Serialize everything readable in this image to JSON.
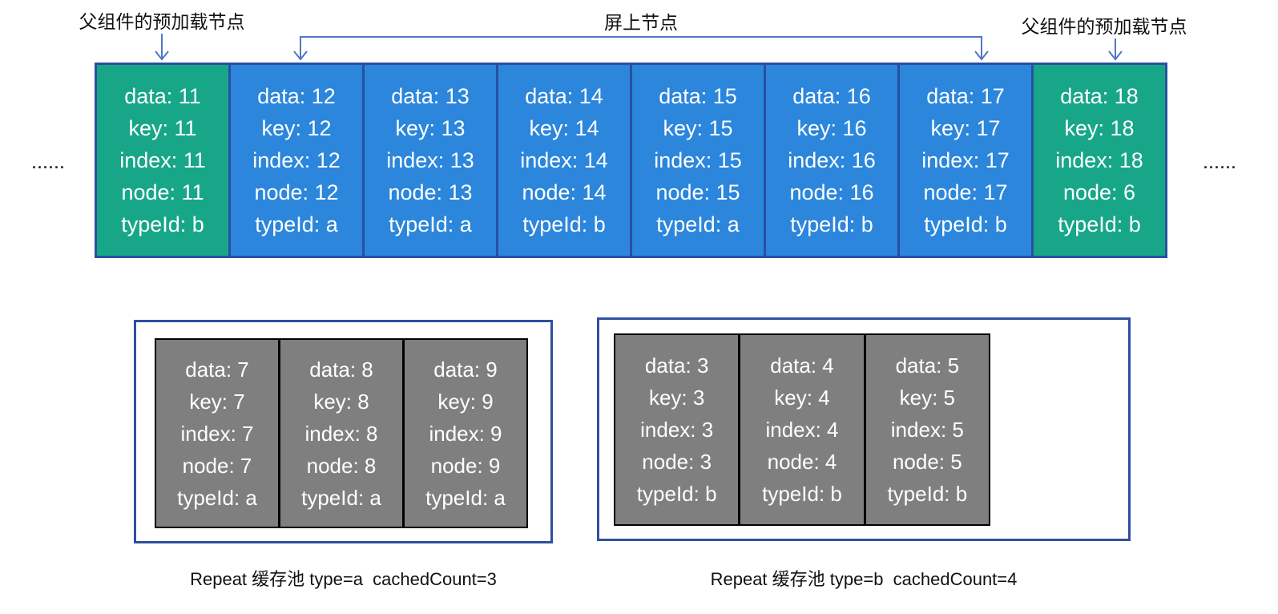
{
  "labels": {
    "preload_left": "父组件的预加载节点",
    "onscreen": "屏上节点",
    "preload_right": "父组件的预加载节点",
    "ellipsis_left": "......",
    "ellipsis_right": "......"
  },
  "colors": {
    "green": "#18A689",
    "blue": "#2B86DC",
    "navy": "#2A4FA2",
    "pool_border": "#2F4FA0",
    "gray": "#7F7F7F",
    "arrow": "#5077C5",
    "text_on_card": "#FFFFFF",
    "text_label": "#111111",
    "background": "#FFFFFF"
  },
  "fields": [
    "data",
    "key",
    "index",
    "node",
    "typeId"
  ],
  "top_row": {
    "nodes": [
      {
        "variant": "green",
        "data": "11",
        "key": "11",
        "index": "11",
        "node": "11",
        "typeId": "b"
      },
      {
        "variant": "blue",
        "data": "12",
        "key": "12",
        "index": "12",
        "node": "12",
        "typeId": "a"
      },
      {
        "variant": "blue",
        "data": "13",
        "key": "13",
        "index": "13",
        "node": "13",
        "typeId": "a"
      },
      {
        "variant": "blue",
        "data": "14",
        "key": "14",
        "index": "14",
        "node": "14",
        "typeId": "b"
      },
      {
        "variant": "blue",
        "data": "15",
        "key": "15",
        "index": "15",
        "node": "15",
        "typeId": "a"
      },
      {
        "variant": "blue",
        "data": "16",
        "key": "16",
        "index": "16",
        "node": "16",
        "typeId": "b"
      },
      {
        "variant": "blue",
        "data": "17",
        "key": "17",
        "index": "17",
        "node": "17",
        "typeId": "b"
      },
      {
        "variant": "green",
        "data": "18",
        "key": "18",
        "index": "18",
        "node": "6",
        "typeId": "b"
      }
    ]
  },
  "pools": [
    {
      "caption": "Repeat 缓存池 type=a  cachedCount=3",
      "nodes": [
        {
          "variant": "gray",
          "data": "7",
          "key": "7",
          "index": "7",
          "node": "7",
          "typeId": "a"
        },
        {
          "variant": "gray",
          "data": "8",
          "key": "8",
          "index": "8",
          "node": "8",
          "typeId": "a"
        },
        {
          "variant": "gray",
          "data": "9",
          "key": "9",
          "index": "9",
          "node": "9",
          "typeId": "a"
        }
      ]
    },
    {
      "caption": "Repeat 缓存池 type=b  cachedCount=4",
      "nodes": [
        {
          "variant": "gray",
          "data": "3",
          "key": "3",
          "index": "3",
          "node": "3",
          "typeId": "b"
        },
        {
          "variant": "gray",
          "data": "4",
          "key": "4",
          "index": "4",
          "node": "4",
          "typeId": "b"
        },
        {
          "variant": "gray",
          "data": "5",
          "key": "5",
          "index": "5",
          "node": "5",
          "typeId": "b"
        }
      ]
    }
  ]
}
